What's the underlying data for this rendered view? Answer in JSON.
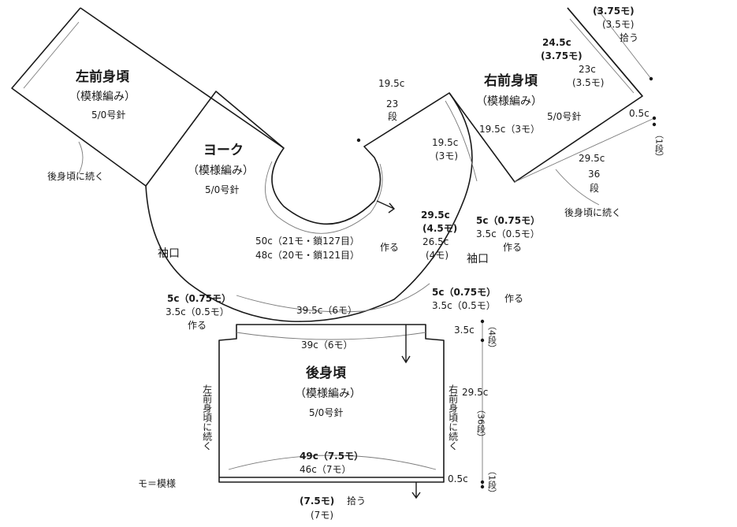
{
  "pieces": {
    "left_front": {
      "name": "左前身頃",
      "pattern": "（模様編み）",
      "needle": "5/0号針"
    },
    "right_front": {
      "name": "右前身頃",
      "pattern": "（模様編み）",
      "needle": "5/0号針"
    },
    "yoke": {
      "name": "ヨーク",
      "pattern": "（模様編み）",
      "needle": "5/0号針"
    },
    "back": {
      "name": "後身頃",
      "pattern": "（模様編み）",
      "needle": "5/0号針"
    }
  },
  "labels": {
    "continues_back_left": "後身頃に続く",
    "continues_back_right": "後身頃に続く",
    "cuff_left": "袖口",
    "cuff_right": "袖口",
    "back_left_side": "左前身頃に続く",
    "back_right_side": "右前身頃に続く",
    "legend": "モ＝模様"
  },
  "dims": {
    "top_right_375": "(3.75モ)",
    "top_right_35": "(3.5モ)",
    "top_right_pick": "拾う",
    "rf_245": "24.5c",
    "rf_375": "(3.75モ)",
    "rf_23": "23c",
    "rf_35": "(3.5モ)",
    "rf_195": "19.5c",
    "rf_23rows": "23",
    "rf_dan": "段",
    "rf_195_3": "19.5c（3モ）",
    "rf_05": "0.5c",
    "rf_1dan": "（1段）",
    "rf_295": "29.5c",
    "rf_36": "36",
    "rf_36dan": "段",
    "yoke_195": "19.5c",
    "yoke_3mo": "(3モ)",
    "yoke_295": "29.5c",
    "yoke_45": "(4.5モ)",
    "yoke_265": "26.5c",
    "yoke_4mo": "(4モ)",
    "rf_5c": "5c（0.75モ）",
    "rf_35c": "3.5c（0.5モ）",
    "rf_tsukuru": "作る",
    "neck_50": "50c（21モ・鎖127目）",
    "neck_48": "48c（20モ・鎖121目）",
    "neck_tsukuru": "作る",
    "bl_5c": "5c（0.75モ）",
    "bl_35c": "3.5c（0.5モ）",
    "bl_tsukuru": "作る",
    "br_5c": "5c（0.75モ）",
    "br_35c": "3.5c（0.5モ）",
    "br_tsukuru": "作る",
    "yoke_bottom": "39.5c（6モ）",
    "back_top": "39c（6モ）",
    "back_35c": "3.5c",
    "back_4dan": "（4段）",
    "back_295": "29.5c",
    "back_36dan": "（36段）",
    "back_49": "49c（7.5モ）",
    "back_46": "46c（7モ）",
    "back_05": "0.5c",
    "back_1dan": "（1段）",
    "bottom_75": "(7.5モ)",
    "bottom_pick": "拾う",
    "bottom_7": "(7モ)"
  },
  "colors": {
    "ink": "#1a1a1a",
    "guide": "#7a7a7a"
  }
}
